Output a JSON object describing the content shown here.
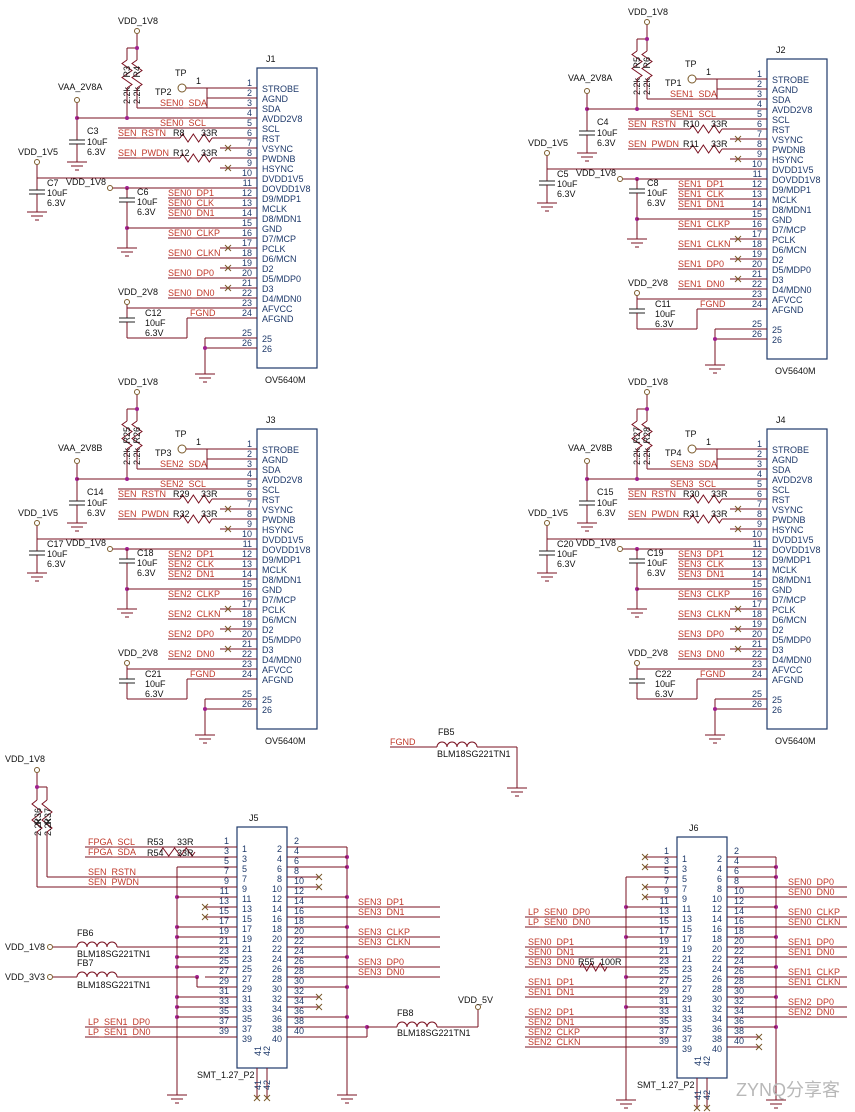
{
  "colors": {
    "wire": "#7a1020",
    "net_label": "#c0392b",
    "pin_text": "#1f3a6b",
    "junction": "#a0208f",
    "part_outline": "#1f3a6b"
  },
  "sensor_pins": {
    "numbers": [
      "1",
      "2",
      "3",
      "4",
      "5",
      "6",
      "7",
      "8",
      "9",
      "10",
      "11",
      "12",
      "13",
      "14",
      "15",
      "16",
      "17",
      "18",
      "19",
      "20",
      "21",
      "22",
      "23",
      "24",
      "25",
      "26"
    ],
    "names": [
      "STROBE",
      "AGND",
      "SDA",
      "AVDD2V8",
      "SCL",
      "RST",
      "VSYNC",
      "PWDNB",
      "HSYNC",
      "DVDD1V5",
      "DOVDD1V8",
      "D9/MDP1",
      "MCLK",
      "D8/MDN1",
      "GND",
      "D7/MCP",
      "PCLK",
      "D6/MCN",
      "D2",
      "D5/MDP0",
      "D3",
      "D4/MDN0",
      "AFVCC",
      "AFGND",
      "25",
      "26"
    ]
  },
  "cameras": [
    {
      "ref": "J1",
      "part": "OV5640M",
      "tp": "TP",
      "tp_ref": "TP2",
      "tp_pin": "1",
      "vdd_top": "VDD_1V8",
      "vaa": "VAA_2V8A",
      "vdd_1v5": "VDD_1V5",
      "vdd_1v8": "VDD_1V8",
      "vdd_2v8": "VDD_2V8",
      "pullups": [
        {
          "ref": "R3",
          "value": "2.2k"
        },
        {
          "ref": "R4",
          "value": "2.2k"
        }
      ],
      "caps": [
        {
          "ref": "C3",
          "value": "10uF",
          "voltage": "6.3V"
        },
        {
          "ref": "C7",
          "value": "10uF",
          "voltage": "6.3V"
        },
        {
          "ref": "C6",
          "value": "10uF",
          "voltage": "6.3V"
        },
        {
          "ref": "C12",
          "value": "10uF",
          "voltage": "6.3V"
        }
      ],
      "series": [
        {
          "net": "SEN_RSTN",
          "ref": "R8",
          "value": "33R"
        },
        {
          "net": "SEN_PWDN",
          "ref": "R12",
          "value": "33R"
        }
      ],
      "nets": {
        "sda": "SEN0_SDA",
        "scl": "SEN0_SCL",
        "dp1": "SEN0_DP1",
        "clk": "SEN0_CLK",
        "dn1": "SEN0_DN1",
        "clkp": "SEN0_CLKP",
        "clkn": "SEN0_CLKN",
        "dp0": "SEN0_DP0",
        "dn0": "SEN0_DN0",
        "fgnd": "FGND"
      }
    },
    {
      "ref": "J2",
      "part": "OV5640M",
      "tp": "TP",
      "tp_ref": "TP1",
      "tp_pin": "1",
      "vdd_top": "VDD_1V8",
      "vaa": "VAA_2V8A",
      "vdd_1v5": "VDD_1V5",
      "vdd_1v8": "VDD_1V8",
      "vdd_2v8": "VDD_2V8",
      "pullups": [
        {
          "ref": "R5",
          "value": "2.2k"
        },
        {
          "ref": "R6",
          "value": "2.2k"
        }
      ],
      "caps": [
        {
          "ref": "C4",
          "value": "10uF",
          "voltage": "6.3V"
        },
        {
          "ref": "C5",
          "value": "10uF",
          "voltage": "6.3V"
        },
        {
          "ref": "C8",
          "value": "10uF",
          "voltage": "6.3V"
        },
        {
          "ref": "C11",
          "value": "10uF",
          "voltage": "6.3V"
        }
      ],
      "series": [
        {
          "net": "SEN_RSTN",
          "ref": "R10",
          "value": "33R"
        },
        {
          "net": "SEN_PWDN",
          "ref": "R11",
          "value": "33R"
        }
      ],
      "nets": {
        "sda": "SEN1_SDA",
        "scl": "SEN1_SCL",
        "dp1": "SEN1_DP1",
        "clk": "SEN1_CLK",
        "dn1": "SEN1_DN1",
        "clkp": "SEN1_CLKP",
        "clkn": "SEN1_CLKN",
        "dp0": "SEN1_DP0",
        "dn0": "SEN1_DN0",
        "fgnd": "FGND"
      }
    },
    {
      "ref": "J3",
      "part": "OV5640M",
      "tp": "TP",
      "tp_ref": "TP3",
      "tp_pin": "1",
      "vdd_top": "VDD_1V8",
      "vaa": "VAA_2V8B",
      "vdd_1v5": "VDD_1V5",
      "vdd_1v8": "VDD_1V8",
      "vdd_2v8": "VDD_2V8",
      "pullups": [
        {
          "ref": "R25",
          "value": "2.2k"
        },
        {
          "ref": "R26",
          "value": "2.2k"
        }
      ],
      "caps": [
        {
          "ref": "C14",
          "value": "10uF",
          "voltage": "6.3V"
        },
        {
          "ref": "C17",
          "value": "10uF",
          "voltage": "6.3V"
        },
        {
          "ref": "C18",
          "value": "10uF",
          "voltage": "6.3V"
        },
        {
          "ref": "C21",
          "value": "10uF",
          "voltage": "6.3V"
        }
      ],
      "series": [
        {
          "net": "SEN_RSTN",
          "ref": "R29",
          "value": "33R"
        },
        {
          "net": "SEN_PWDN",
          "ref": "R32",
          "value": "33R"
        }
      ],
      "nets": {
        "sda": "SEN2_SDA",
        "scl": "SEN2_SCL",
        "dp1": "SEN2_DP1",
        "clk": "SEN2_CLK",
        "dn1": "SEN2_DN1",
        "clkp": "SEN2_CLKP",
        "clkn": "SEN2_CLKN",
        "dp0": "SEN2_DP0",
        "dn0": "SEN2_DN0",
        "fgnd": "FGND"
      }
    },
    {
      "ref": "J4",
      "part": "OV5640M",
      "tp": "TP",
      "tp_ref": "TP4",
      "tp_pin": "1",
      "vdd_top": "VDD_1V8",
      "vaa": "VAA_2V8B",
      "vdd_1v5": "VDD_1V5",
      "vdd_1v8": "VDD_1V8",
      "vdd_2v8": "VDD_2V8",
      "pullups": [
        {
          "ref": "R27",
          "value": "2.2k"
        },
        {
          "ref": "R28",
          "value": "2.2k"
        }
      ],
      "caps": [
        {
          "ref": "C15",
          "value": "10uF",
          "voltage": "6.3V"
        },
        {
          "ref": "C20",
          "value": "10uF",
          "voltage": "6.3V"
        },
        {
          "ref": "C19",
          "value": "10uF",
          "voltage": "6.3V"
        },
        {
          "ref": "C22",
          "value": "10uF",
          "voltage": "6.3V"
        }
      ],
      "series": [
        {
          "net": "SEN_RSTN",
          "ref": "R30",
          "value": "33R"
        },
        {
          "net": "SEN_PWDN",
          "ref": "R31",
          "value": "33R"
        }
      ],
      "nets": {
        "sda": "SEN3_SDA",
        "scl": "SEN3_SCL",
        "dp1": "SEN3_DP1",
        "clk": "SEN3_CLK",
        "dn1": "SEN3_DN1",
        "clkp": "SEN3_CLKP",
        "clkn": "SEN3_CLKN",
        "dp0": "SEN3_DP0",
        "dn0": "SEN3_DN0",
        "fgnd": "FGND"
      }
    }
  ],
  "fb5": {
    "ref": "FB5",
    "part": "BLM18SG221TN1",
    "net": "FGND"
  },
  "odd_pins": [
    "1",
    "3",
    "5",
    "7",
    "9",
    "11",
    "13",
    "15",
    "17",
    "19",
    "21",
    "23",
    "25",
    "27",
    "29",
    "31",
    "33",
    "35",
    "37",
    "39"
  ],
  "even_pins": [
    "2",
    "4",
    "6",
    "8",
    "10",
    "12",
    "14",
    "16",
    "18",
    "20",
    "22",
    "24",
    "26",
    "28",
    "30",
    "32",
    "34",
    "36",
    "38",
    "40"
  ],
  "j5": {
    "ref": "J5",
    "part": "SMT_1.27_P2",
    "extra_pins": [
      "41",
      "42"
    ],
    "pullup_supply": "VDD_1V8",
    "pullups": [
      {
        "ref": "R36",
        "value": "2.2k"
      },
      {
        "ref": "R37",
        "value": "2.2k"
      }
    ],
    "series": [
      {
        "ref": "R53",
        "value": "33R"
      },
      {
        "ref": "R54",
        "value": "33R"
      }
    ],
    "left_nets": [
      {
        "row": 1,
        "name": "FPGA_SCL"
      },
      {
        "row": 2,
        "name": "FPGA_SDA"
      },
      {
        "row": 4,
        "name": "SEN_RSTN"
      },
      {
        "row": 5,
        "name": "SEN_PWDN"
      },
      {
        "row": 19,
        "name": "LP_SEN1_DP0"
      },
      {
        "row": 20,
        "name": "LP_SEN1_DN0"
      }
    ],
    "right_nets": [
      {
        "row": 7,
        "name": "SEN3_DP1"
      },
      {
        "row": 8,
        "name": "SEN3_DN1"
      },
      {
        "row": 10,
        "name": "SEN3_CLKP"
      },
      {
        "row": 11,
        "name": "SEN3_CLKN"
      },
      {
        "row": 13,
        "name": "SEN3_DP0"
      },
      {
        "row": 14,
        "name": "SEN3_DN0"
      }
    ],
    "fb6": {
      "ref": "FB6",
      "part": "BLM18SG221TN1",
      "supply": "VDD_1V8"
    },
    "fb7": {
      "ref": "FB7",
      "part": "BLM18SG221TN1",
      "supply": "VDD_3V3"
    },
    "fb8": {
      "ref": "FB8",
      "part": "BLM18SG221TN1",
      "supply": "VDD_5V"
    }
  },
  "j6": {
    "ref": "J6",
    "part": "SMT_1.27_P2",
    "extra_pins": [
      "41",
      "42"
    ],
    "series": {
      "ref": "R55",
      "value": "100R"
    },
    "left_nets": [
      {
        "row": 7,
        "name": "LP_SEN0_DP0"
      },
      {
        "row": 8,
        "name": "LP_SEN0_DN0"
      },
      {
        "row": 10,
        "name": "SEN0_DP1"
      },
      {
        "row": 11,
        "name": "SEN0_DN1"
      },
      {
        "row": 12,
        "name": "SEN3_DN0"
      },
      {
        "row": 14,
        "name": "SEN1_DP1"
      },
      {
        "row": 15,
        "name": "SEN1_DN1"
      },
      {
        "row": 17,
        "name": "SEN2_DP1"
      },
      {
        "row": 18,
        "name": "SEN2_DN1"
      },
      {
        "row": 19,
        "name": "SEN2_CLKP"
      },
      {
        "row": 20,
        "name": "SEN2_CLKN"
      }
    ],
    "right_nets": [
      {
        "row": 4,
        "name": "SEN0_DP0"
      },
      {
        "row": 5,
        "name": "SEN0_DN0"
      },
      {
        "row": 7,
        "name": "SEN0_CLKP"
      },
      {
        "row": 8,
        "name": "SEN0_CLKN"
      },
      {
        "row": 10,
        "name": "SEN1_DP0"
      },
      {
        "row": 11,
        "name": "SEN1_DN0"
      },
      {
        "row": 13,
        "name": "SEN1_CLKP"
      },
      {
        "row": 14,
        "name": "SEN1_CLKN"
      },
      {
        "row": 16,
        "name": "SEN2_DP0"
      },
      {
        "row": 17,
        "name": "SEN2_DN0"
      }
    ]
  },
  "watermark": "ZYNQ分享客"
}
